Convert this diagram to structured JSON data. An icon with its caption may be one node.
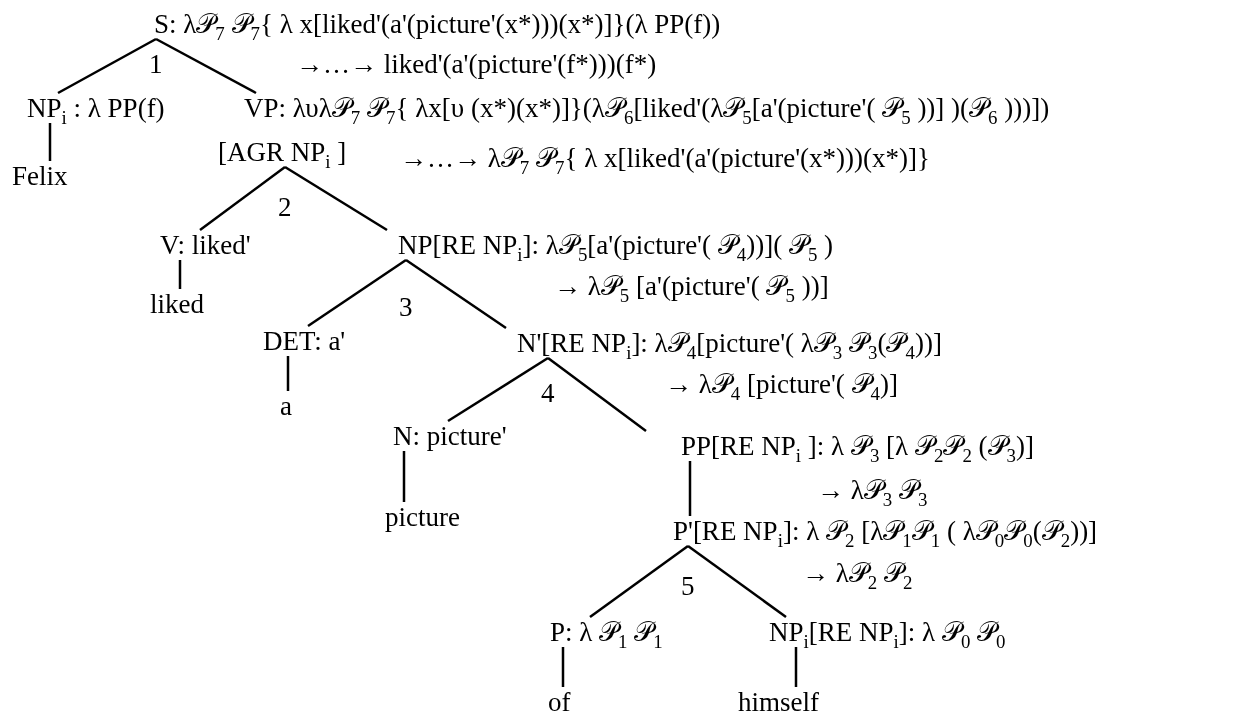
{
  "diagram": {
    "nodes": [
      {
        "text": [
          "S: λ𝒫$_{7}$ 𝒫$_{7}${ λ x[liked'(a'(picture'(x*)))(x*)]}(λ PP(f))"
        ],
        "beside": [
          "→…→ liked'(a'(picture'(f*)))(f*)"
        ]
      },
      {
        "text": [
          "NP$_{i}$ : λ PP(f)"
        ]
      },
      {
        "text": [
          "Felix"
        ]
      },
      {
        "text": [
          "VP: λυλ𝒫$_{7}$ 𝒫$_{7}${ λx[υ (x*)(x*)]}(λ𝒫$_{6}$[liked'(λ𝒫$_{5}$[a'(picture'( 𝒫$_{5}$ ))] )(𝒫$_{6}$ )))])",
          "[AGR NP$_{i}$ ]"
        ],
        "beside": [
          "→…→ λ𝒫$_{7}$ 𝒫$_{7}${ λ x[liked'(a'(picture'(x*)))(x*)]}"
        ]
      },
      {
        "text": [
          "V: liked'"
        ]
      },
      {
        "text": [
          "liked"
        ]
      },
      {
        "text": [
          "NP[RE NP$_{i}$]: λ𝒫$_{5}$[a'(picture'( 𝒫$_{4}$))]( 𝒫$_{5}$ )"
        ],
        "beside": [
          "→ λ𝒫$_{5}$ [a'(picture'( 𝒫$_{5}$ ))]"
        ]
      },
      {
        "text": [
          "DET: a'"
        ]
      },
      {
        "text": [
          "a"
        ]
      },
      {
        "text": [
          "N'[RE NP$_{i}$]: λ𝒫$_{4}$[picture'( λ𝒫$_{3}$ 𝒫$_{3}$(𝒫$_{4}$))]"
        ],
        "beside": [
          "→ λ𝒫$_{4}$ [picture'( 𝒫$_{4}$)]"
        ]
      },
      {
        "text": [
          "N: picture'"
        ]
      },
      {
        "text": [
          "picture"
        ]
      },
      {
        "text": [
          "PP[RE NP$_{i}$ ]: λ 𝒫$_{3}$ [λ 𝒫$_{2}$𝒫$_{2}$ (𝒫$_{3}$)]"
        ],
        "beside": [
          "→ λ𝒫$_{3}$ 𝒫$_{3}$"
        ]
      },
      {
        "text": [
          "P'[RE NP$_{i}$]: λ 𝒫$_{2}$ [λ𝒫$_{1}$𝒫$_{1}$ ( λ𝒫$_{0}$𝒫$_{0}$(𝒫$_{2}$))]"
        ],
        "beside": [
          "→ λ𝒫$_{2}$ 𝒫$_{2}$"
        ]
      },
      {
        "text": [
          "P: λ 𝒫$_{1}$ 𝒫$_{1}$"
        ]
      },
      {
        "text": [
          "of"
        ]
      },
      {
        "text": [
          "NP$_{i}$[RE NP$_{i}$]: λ 𝒫$_{0}$ 𝒫$_{0}$"
        ]
      },
      {
        "text": [
          "himself"
        ]
      }
    ],
    "edges": [
      {
        "from": 0,
        "to": 1,
        "arrow": "none"
      },
      {
        "from": 0,
        "to": 3,
        "arrow": "none"
      },
      {
        "from": 1,
        "to": 2,
        "arrow": "none"
      },
      {
        "from": 3,
        "to": 4,
        "arrow": "none"
      },
      {
        "from": 3,
        "to": 6,
        "arrow": "none"
      },
      {
        "from": 4,
        "to": 5,
        "arrow": "none"
      },
      {
        "from": 6,
        "to": 7,
        "arrow": "none"
      },
      {
        "from": 6,
        "to": 9,
        "arrow": "none"
      },
      {
        "from": 7,
        "to": 8,
        "arrow": "none"
      },
      {
        "from": 9,
        "to": 10,
        "arrow": "none"
      },
      {
        "from": 9,
        "to": 12,
        "arrow": "none"
      },
      {
        "from": 10,
        "to": 11,
        "arrow": "none"
      },
      {
        "from": 12,
        "to": 13,
        "arrow": "none"
      },
      {
        "from": 13,
        "to": 14,
        "arrow": "none"
      },
      {
        "from": 13,
        "to": 16,
        "arrow": "none"
      },
      {
        "from": 14,
        "to": 15,
        "arrow": "none"
      },
      {
        "from": 16,
        "to": 17,
        "arrow": "none"
      }
    ],
    "labels": [
      "1",
      "2",
      "3",
      "4",
      "5"
    ]
  }
}
